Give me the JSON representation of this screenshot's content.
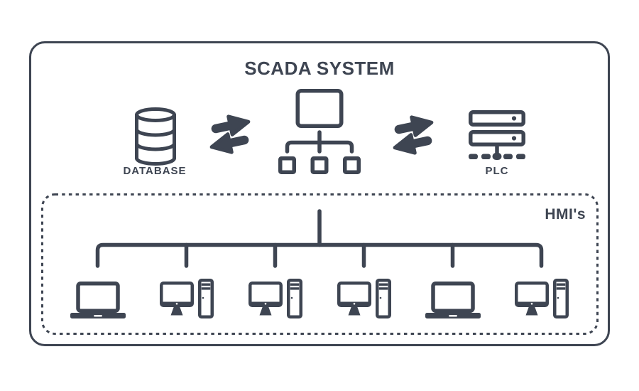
{
  "diagram": {
    "title": "SCADA SYSTEM",
    "database_label": "DATABASE",
    "plc_label": "PLC"
  },
  "colors": {
    "ink": "#3E4552",
    "background": "#FFFFFF"
  },
  "hmi_group": {
    "label": "HMI's",
    "devices": [
      {
        "type": "laptop"
      },
      {
        "type": "desktop-tower"
      },
      {
        "type": "desktop-tower"
      },
      {
        "type": "desktop-tower"
      },
      {
        "type": "laptop"
      },
      {
        "type": "desktop-tower"
      }
    ]
  },
  "connections": [
    {
      "from": "database",
      "to": "scada-server",
      "style": "double-headed-arrow"
    },
    {
      "from": "scada-server",
      "to": "plc",
      "style": "double-headed-arrow"
    },
    {
      "from": "scada-server",
      "to": "hmi-group",
      "style": "tree-bus"
    }
  ]
}
